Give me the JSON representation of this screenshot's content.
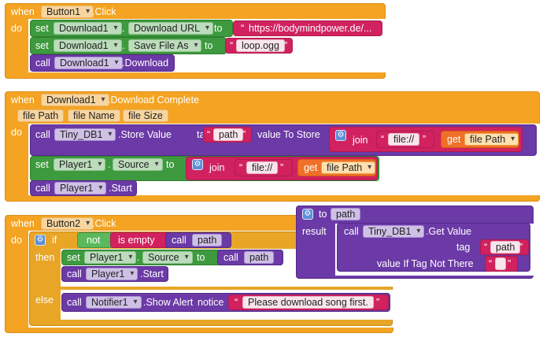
{
  "colors": {
    "event": "#f4a322",
    "setter": "#3d9a3e",
    "procedure": "#6b3aa6",
    "text": "#d1225f",
    "getter": "#5cb85c"
  },
  "icon_names": [
    "gear-icon"
  ],
  "block1": {
    "when": "when",
    "component": "Button1",
    "event": ".Click",
    "do": "do",
    "set": "set",
    "comp1": "Download1",
    "prop1": "Download URL",
    "to": "to",
    "url": "https://bodymindpower.de/...",
    "comp2": "Download1",
    "prop2": "Save File As",
    "filename": "loop.ogg",
    "call": "call",
    "comp3": "Download1",
    "method": ".Download"
  },
  "block2": {
    "when": "when",
    "component": "Download1",
    "event": ".Download Complete",
    "params": [
      "file Path",
      "file Name",
      "file Size"
    ],
    "do": "do",
    "call": "call",
    "comp1": "Tiny_DB1",
    "method1": ".Store Value",
    "tag": "tag",
    "tag_value": "path",
    "value_to_store": "value To Store",
    "join": "join",
    "file_prefix": "file://",
    "get": "get",
    "get_var": "file Path",
    "set": "set",
    "comp2": "Player1",
    "prop2": "Source",
    "to": "to",
    "join2": "join",
    "file_prefix2": "file://",
    "get2": "get",
    "get_var2": "file Path",
    "comp3": "Player1",
    "method3": ".Start"
  },
  "block3": {
    "when": "when",
    "component": "Button2",
    "event": ".Click",
    "do": "do",
    "if": "if",
    "then": "then",
    "else": "else",
    "not": "not",
    "is_empty": "is empty",
    "call": "call",
    "path": "path",
    "set": "set",
    "comp1": "Player1",
    "prop1": "Source",
    "to": "to",
    "path2": "path",
    "comp2": "Player1",
    "method2": ".Start",
    "comp3": "Notifier1",
    "method3": ".Show Alert",
    "notice": "notice",
    "alert_text": "Please download song first."
  },
  "block4": {
    "to": "to",
    "name": "path",
    "result": "result",
    "call": "call",
    "comp": "Tiny_DB1",
    "method": ".Get Value",
    "tag": "tag",
    "tag_value": "path",
    "value_if": "value If Tag Not There",
    "empty_value": ""
  }
}
